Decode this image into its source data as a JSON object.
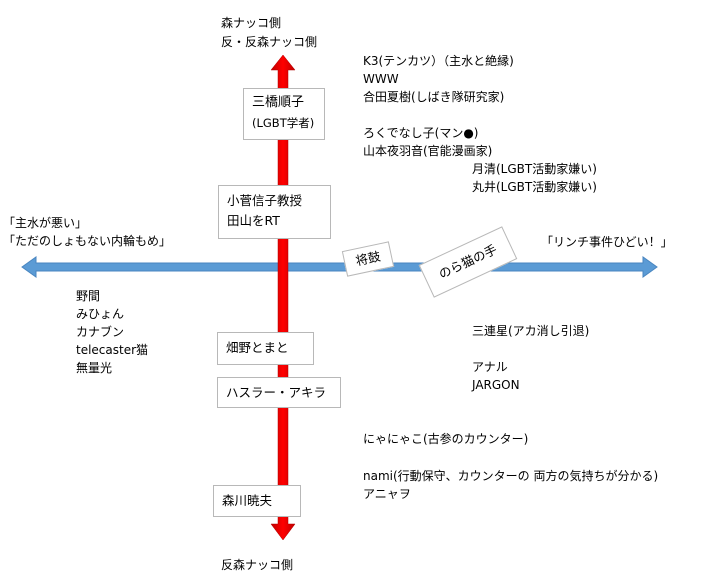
{
  "axes": {
    "vertical": {
      "color": "#ff0000",
      "top_label_1": "森ナッコ側",
      "top_label_2": "反・反森ナッコ側",
      "bottom_label": "反森ナッコ側"
    },
    "horizontal": {
      "color": "#5b9bd5",
      "left_label_1": "「主水が悪い」",
      "left_label_2": "「ただのしょもない内輪もめ」",
      "right_label": "「リンチ事件ひどい！」"
    }
  },
  "boxes": {
    "mitsuhashi": {
      "line1": "三橋順子",
      "line2": "(LGBT学者)"
    },
    "kosuge": {
      "line1": "小菅信子教授",
      "line2": "田山をRT"
    },
    "hatano": {
      "line1": "畑野とまと"
    },
    "hustler": {
      "line1": "ハスラー・アキラ"
    },
    "morikawa": {
      "line1": "森川暁夫"
    },
    "shoko": {
      "line1": "将鼓"
    },
    "noraneko": {
      "line1": "のら猫の手"
    }
  },
  "groups": {
    "upper_right": [
      "K3(テンカツ）（主水と絶縁)",
      "WWW",
      "合田夏樹(しばき隊研究家)",
      "",
      "ろくでなし子(マン●)",
      "山本夜羽音(官能漫画家)"
    ],
    "upper_right_indented": [
      "月清(LGBT活動家嫌い)",
      "丸井(LGBT活動家嫌い)"
    ],
    "lower_left": [
      "野間",
      "みひょん",
      "カナブン",
      "telecaster猫",
      "無量光"
    ],
    "lower_right_a": [
      "三連星(アカ消し引退)"
    ],
    "lower_right_b": [
      "アナル",
      "JARGON"
    ],
    "lower_right_c": [
      "にゃにゃこ(古参のカウンター)"
    ],
    "lower_right_d": [
      "nami(行動保守、カウンターの 両方の気持ちが分かる)",
      "アニャヲ"
    ]
  }
}
